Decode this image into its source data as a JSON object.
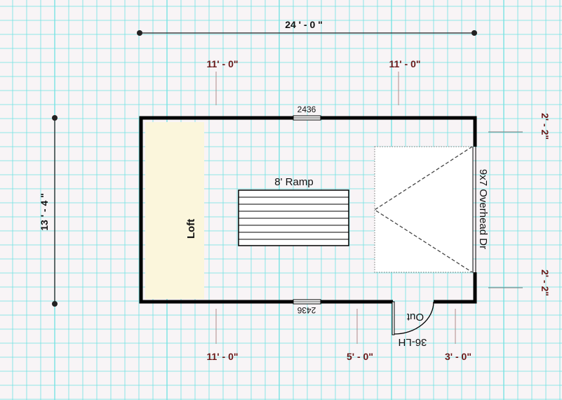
{
  "plan": {
    "overall_width": "24 ' - 0 \"",
    "overall_depth": "13 ' - 4 \"",
    "top_dims": [
      "11' - 0\"",
      "11' - 0\""
    ],
    "bottom_dims": [
      "11' - 0\"",
      "5' - 0\"",
      "3' - 0\""
    ],
    "right_dims": [
      "2' - 2\"",
      "2' - 2\""
    ],
    "loft_label": "Loft",
    "ramp_label": "8' Ramp",
    "window_top_label": "2436",
    "window_bottom_label": "2436",
    "overhead_door_label": "9x7 Overhead Dr",
    "door_swing_label": "Out",
    "door_label": "36-LH"
  },
  "colors": {
    "grid": "#6fe2e2",
    "dimension": "#6b1a1a",
    "loft": "#fbf6dc"
  }
}
